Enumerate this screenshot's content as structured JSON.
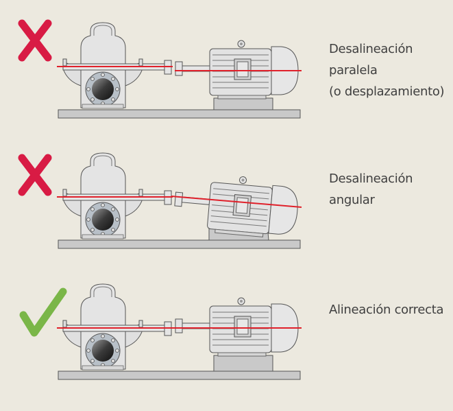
{
  "panels": [
    {
      "status": "incorrect",
      "label_lines": [
        "Desalineación",
        "paralela",
        "(o desplazamiento)"
      ]
    },
    {
      "status": "incorrect",
      "label_lines": [
        "Desalineación",
        "angular"
      ]
    },
    {
      "status": "correct",
      "label_lines": [
        "Alineación correcta"
      ]
    }
  ],
  "colors": {
    "cross": "#d81b44",
    "check": "#7ab648",
    "axis_line": "#e0202a",
    "background": "#ece9df"
  }
}
